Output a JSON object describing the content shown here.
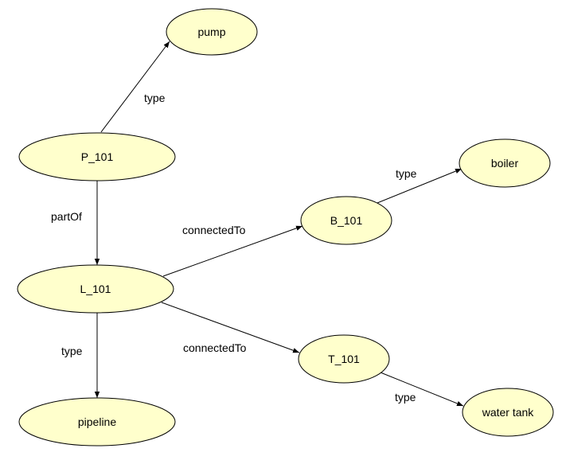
{
  "colors": {
    "node_fill": "#ffffcc",
    "stroke": "#000000",
    "background": "#ffffff"
  },
  "nodes": [
    {
      "id": "pump",
      "label": "pump"
    },
    {
      "id": "p101",
      "label": "P_101"
    },
    {
      "id": "l101",
      "label": "L_101"
    },
    {
      "id": "pipeline",
      "label": "pipeline"
    },
    {
      "id": "b101",
      "label": "B_101"
    },
    {
      "id": "boiler",
      "label": "boiler"
    },
    {
      "id": "t101",
      "label": "T_101"
    },
    {
      "id": "water_tank",
      "label": "water tank"
    }
  ],
  "edges": [
    {
      "from": "p101",
      "to": "pump",
      "label": "type"
    },
    {
      "from": "p101",
      "to": "l101",
      "label": "partOf"
    },
    {
      "from": "l101",
      "to": "pipeline",
      "label": "type"
    },
    {
      "from": "l101",
      "to": "b101",
      "label": "connectedTo"
    },
    {
      "from": "b101",
      "to": "boiler",
      "label": "type"
    },
    {
      "from": "l101",
      "to": "t101",
      "label": "connectedTo"
    },
    {
      "from": "t101",
      "to": "water_tank",
      "label": "type"
    }
  ]
}
